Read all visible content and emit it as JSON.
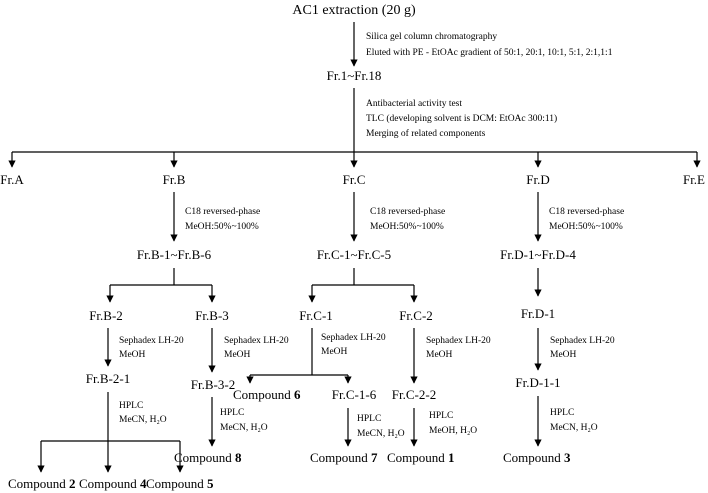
{
  "root": "AC1 extraction (20 g)",
  "root_steps": [
    "Silica gel column chromatography",
    "Eluted with PE - EtOAc gradient of 50:1, 20:1, 10:1, 5:1, 2:1,1:1"
  ],
  "fractions": "Fr.1~Fr.18",
  "fraction_steps": [
    "Antibacterial activity test",
    "TLC (developing solvent is DCM: EtOAc 300:11)",
    "Merging of related components"
  ],
  "groups": {
    "a": "Fr.A",
    "b": "Fr.B",
    "c": "Fr.C",
    "d": "Fr.D",
    "e": "Fr.E"
  },
  "rp_steps": [
    "C18 reversed-phase",
    "MeOH:50%~100%"
  ],
  "sub": {
    "b": "Fr.B-1~Fr.B-6",
    "c": "Fr.C-1~Fr.C-5",
    "d": "Fr.D-1~Fr.D-4"
  },
  "nodes": {
    "b2": "Fr.B-2",
    "b3": "Fr.B-3",
    "c1": "Fr.C-1",
    "c2": "Fr.C-2",
    "d1": "Fr.D-1",
    "b21": "Fr.B-2-1",
    "b32": "Fr.B-3-2",
    "c16": "Fr.C-1-6",
    "c22": "Fr.C-2-2",
    "d11": "Fr.D-1-1"
  },
  "sephadex_steps": [
    "Sephadex LH-20",
    "MeOH"
  ],
  "hplc_mecn": [
    "HPLC",
    "MeCN, H₂O"
  ],
  "hplc_meoh": [
    "HPLC",
    "MeOH, H₂O"
  ],
  "compound_prefix": "Compound",
  "compounds": {
    "c2": "2",
    "c4": "4",
    "c5": "5",
    "c8": "8",
    "c6": "6",
    "c7": "7",
    "c1": "1",
    "c3": "3"
  }
}
